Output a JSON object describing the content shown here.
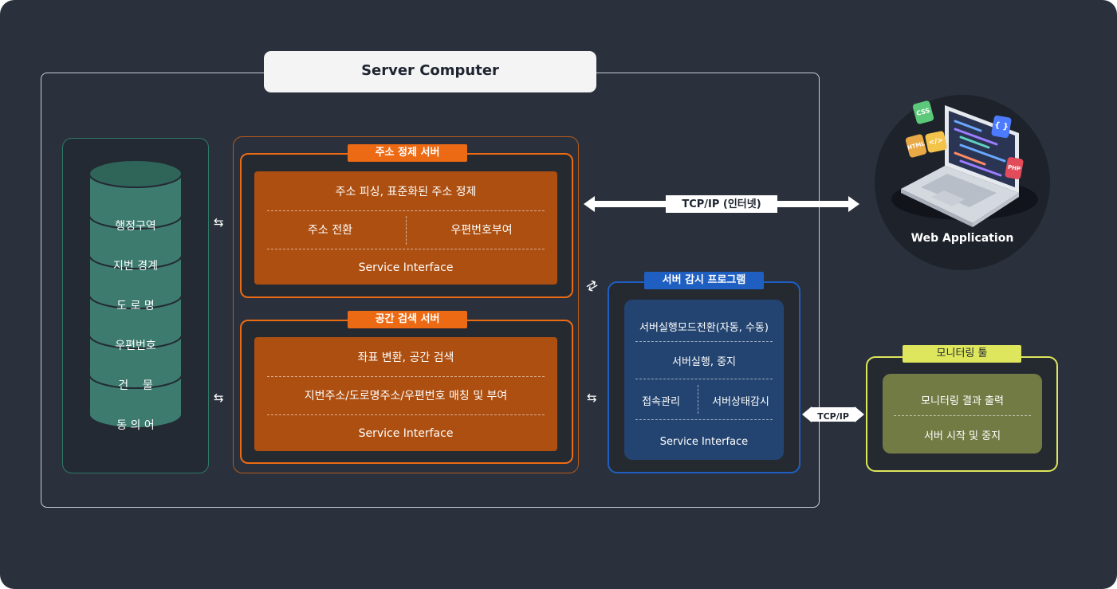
{
  "server": {
    "title": "Server Computer"
  },
  "database": {
    "items": [
      "행정구역",
      "지번 경계",
      "도 로 명",
      "우편번호",
      "건    물",
      "동 의 어"
    ]
  },
  "address_server": {
    "label": "주소 정제 서버",
    "row1": "주소 피싱, 표준화된 주소 정제",
    "row2_left": "주소 전환",
    "row2_right": "우편번호부여",
    "row3": "Service Interface"
  },
  "spatial_server": {
    "label": "공간 검색 서버",
    "row1": "좌표 변환, 공간 검색",
    "row2": "지번주소/도로명주소/우편번호 매칭 및 부여",
    "row3": "Service Interface"
  },
  "monitor_program": {
    "label": "서버 감시 프로그램",
    "row1": "서버실행모드전환(자동, 수동)",
    "row2": "서버실행, 중지",
    "row3_left": "접속관리",
    "row3_right": "서버상태감시",
    "row4": "Service Interface"
  },
  "monitoring_tool": {
    "label": "모니터링 툴",
    "row1": "모니터링 결과 출력",
    "row2": "서버 시작 및 중지"
  },
  "web_app": {
    "label": "Web Application",
    "tags": [
      "CSS",
      "HTML",
      "</>",
      "{ }",
      "PHP"
    ]
  },
  "links": {
    "internet": "TCP/IP (인터넷)",
    "tcpip": "TCP/IP"
  },
  "colors": {
    "background": "#2a313c",
    "orange_panel": "#ad4f10",
    "orange_accent": "#ed6a14",
    "blue_panel": "#234470",
    "blue_accent": "#1f5fc2",
    "olive_panel": "#737b45",
    "olive_accent": "#dde65c",
    "db_green": "#3e7b6f"
  }
}
